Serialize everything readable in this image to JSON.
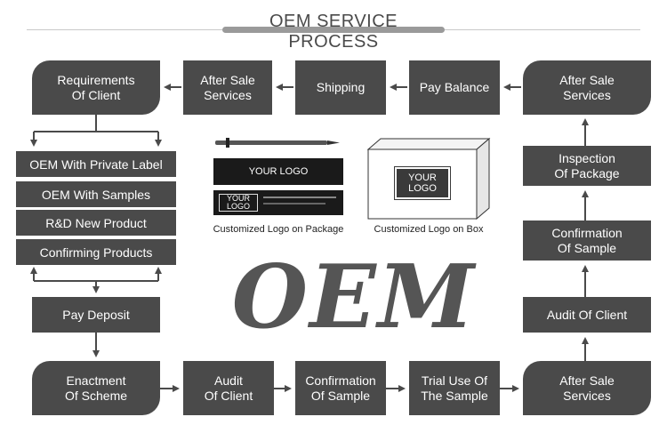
{
  "title": "OEM SERVICE PROCESS",
  "big_label": "OEM",
  "top_row": [
    "Requirements\nOf Client",
    "After Sale\nServices",
    "Shipping",
    "Pay Balance",
    "After Sale\nServices"
  ],
  "left_options": [
    "OEM With Private Label",
    "OEM With Samples",
    "R&D New Product",
    "Confirming Products"
  ],
  "left_pay": "Pay Deposit",
  "bottom_row": [
    "Enactment\nOf Scheme",
    "Audit\nOf Client",
    "Confirmation\nOf Sample",
    "Trial Use Of\nThe Sample",
    "After Sale\nServices"
  ],
  "right_column": [
    "Inspection\nOf Package",
    "Confirmation\nOf Sample",
    "Audit Of Client"
  ],
  "package": {
    "caption": "Customized Logo on Package",
    "logo_text_1": "YOUR LOGO",
    "logo_text_2": "YOUR\nLOGO"
  },
  "box": {
    "caption": "Customized Logo on Box",
    "logo_text": "YOUR\nLOGO"
  }
}
